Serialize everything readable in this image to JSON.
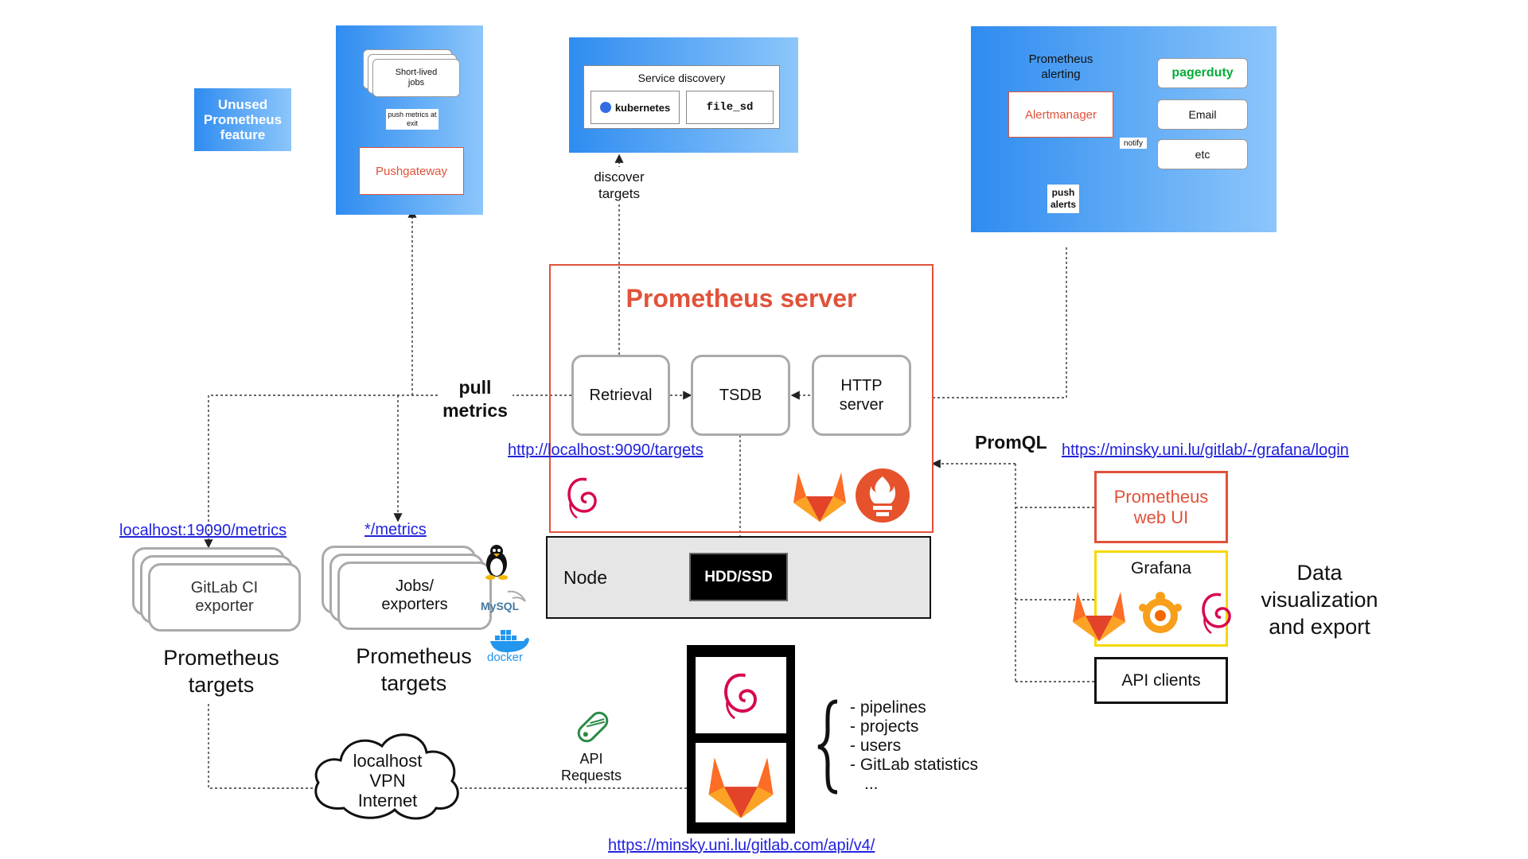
{
  "legend": {
    "text": "Unused Prometheus feature"
  },
  "pushgateway_panel": {
    "jobs": "Short-lived jobs",
    "push_label": "push metrics at exit",
    "pushgateway": "Pushgateway"
  },
  "discovery_panel": {
    "title": "Service discovery",
    "kubernetes": "kubernetes",
    "file_sd": "file_sd",
    "discover_label": "discover targets"
  },
  "alerting_panel": {
    "title": "Prometheus alerting",
    "alertmanager": "Alertmanager",
    "pagerduty": "pagerduty",
    "email": "Email",
    "etc": "etc",
    "notify": "notify",
    "push_alerts": "push alerts"
  },
  "server": {
    "title": "Prometheus server",
    "retrieval": "Retrieval",
    "tsdb": "TSDB",
    "http_server": "HTTP server",
    "pull_metrics": "pull metrics",
    "targets_url": "http://localhost:9090/targets"
  },
  "node": {
    "label": "Node",
    "storage": "HDD/SSD"
  },
  "promql": {
    "label": "PromQL",
    "grafana_url": "https://minsky.uni.lu/gitlab/-/grafana/login"
  },
  "consumers": {
    "web_ui": "Prometheus web UI",
    "grafana": "Grafana",
    "api_clients": "API clients",
    "data_viz": "Data visualization and export"
  },
  "targets_left": {
    "url": "localhost:19090/metrics",
    "card": "GitLab CI exporter",
    "caption": "Prometheus targets"
  },
  "targets_mid": {
    "url": "*/metrics",
    "card": "Jobs/ exporters",
    "caption": "Prometheus targets",
    "mysql": "MySQL",
    "docker": "docker"
  },
  "network": {
    "cloud": "localhost VPN Internet",
    "api_requests": "API Requests"
  },
  "gitlab_api": {
    "items": [
      "- pipelines",
      "- projects",
      "- users",
      "- GitLab statistics",
      "..."
    ],
    "url": "https://minsky.uni.lu/gitlab.com/api/v4/"
  },
  "colors": {
    "accent_orange": "#e0523a",
    "panel_blue": "#2f8cf0",
    "grafana_yellow": "#f5d800",
    "node_gray": "#e6e6e6",
    "link_blue": "#2222dd"
  },
  "icons": [
    "debian-swirl-icon",
    "gitlab-fox-icon",
    "prometheus-torch-icon",
    "grafana-icon",
    "linux-tux-icon",
    "docker-whale-icon",
    "mysql-dolphin-icon",
    "api-tag-icon",
    "cloud-icon",
    "curly-brace-icon"
  ]
}
